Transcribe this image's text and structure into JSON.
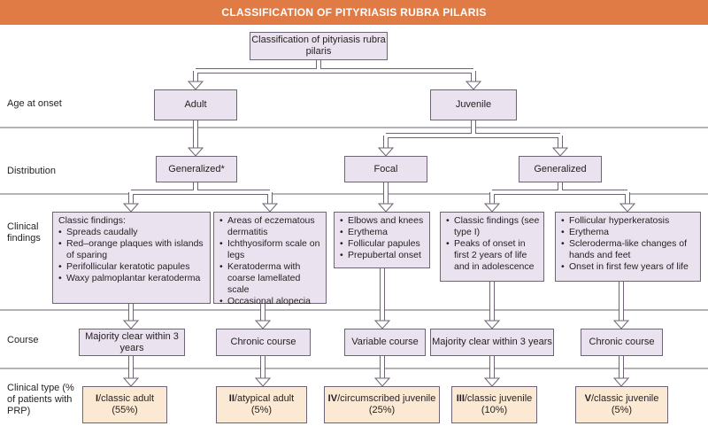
{
  "title": "CLASSIFICATION OF PITYRIASIS RUBRA PILARIS",
  "root": "Classification of pityriasis rubra pilaris",
  "rows": {
    "age": "Age at onset",
    "distribution": "Distribution",
    "clinical_findings": "Clinical findings",
    "course": "Course",
    "clinical_type": "Clinical type (% of patients with PRP)"
  },
  "age": {
    "adult": "Adult",
    "juvenile": "Juvenile"
  },
  "distribution": {
    "adult_generalized": "Generalized*",
    "juvenile_focal": "Focal",
    "juvenile_generalized": "Generalized"
  },
  "findings": {
    "type1": {
      "intro": "Classic findings:",
      "items": [
        "Spreads caudally",
        "Red–orange plaques with islands of sparing",
        "Perifollicular keratotic papules",
        "Waxy palmoplantar keratoderma"
      ]
    },
    "type2": {
      "items": [
        "Areas of eczematous dermatitis",
        "Ichthyosiform scale on legs",
        "Keratoderma with coarse lamellated scale",
        "Occasional alopecia"
      ]
    },
    "type4": {
      "items": [
        "Elbows and knees",
        "Erythema",
        "Follicular papules",
        "Prepubertal onset"
      ]
    },
    "type3": {
      "items": [
        "Classic findings (see type I)",
        "Peaks of onset in first 2 years of life and in adolescence"
      ]
    },
    "type5": {
      "items": [
        "Follicular hyperkeratosis",
        "Erythema",
        "Scleroderma-like changes of hands and feet",
        "Onset in first few years of life"
      ]
    }
  },
  "course": {
    "type1": "Majority clear within 3 years",
    "type2": "Chronic course",
    "type4": "Variable course",
    "type3": "Majority clear within 3 years",
    "type5": "Chronic course"
  },
  "types": {
    "type1": {
      "numeral": "I",
      "name": "/classic adult",
      "pct": "(55%)"
    },
    "type2": {
      "numeral": "II",
      "name": "/atypical adult",
      "pct": "(5%)"
    },
    "type4": {
      "numeral": "IV",
      "name": "/circumscribed juvenile",
      "pct": "(25%)"
    },
    "type3": {
      "numeral": "III",
      "name": "/classic juvenile",
      "pct": "(10%)"
    },
    "type5": {
      "numeral": "V",
      "name": "/classic juvenile",
      "pct": "(5%)"
    }
  },
  "colors": {
    "header": "#e07b45",
    "box": "#eae2ee",
    "type_box": "#fbe9d3",
    "divider": "#6e6475"
  }
}
